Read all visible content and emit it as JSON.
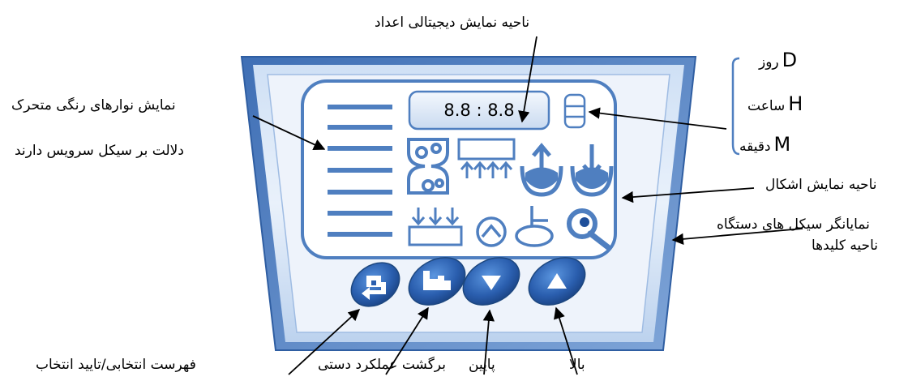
{
  "display_readout": "8.8 : 8.8",
  "labels": {
    "digital_display_area": "ناحیه نمایش دیجیتالی اعداد",
    "color_bars_line1": "نمایش نوارهای رنگی متحرک",
    "color_bars_line2": "دلالت بر سیکل سرویس دارند",
    "shapes_area": "ناحیه نمایش اشکال",
    "cycles_indicator": "نمایانگر سیکل های دستگاه",
    "keys_area": "ناحیه کلیدها",
    "menu_confirm": "فهرست انتخابی/تایید انتخاب",
    "manual_return": "برگشت عملکرد دستی",
    "down": "پایین",
    "up": "بالا"
  },
  "units": [
    {
      "letter": "D",
      "word": "روز"
    },
    {
      "letter": "H",
      "word": "ساعت"
    },
    {
      "letter": "M",
      "word": "دقیقه"
    }
  ],
  "colors": {
    "frame_blue": "#4f7fc0",
    "panel_bg": "#e8eef8",
    "button_dark": "#1f4f9a",
    "button_light": "#4a86d4"
  },
  "icons": [
    "service-bars-icon",
    "display-mode-icon",
    "hourglass-icon",
    "upflow-tank-icon",
    "regeneration-up-icon",
    "backwash-down-icon",
    "brine-tank-icon",
    "clock-dial-icon",
    "valve-icon",
    "search-inspect-icon",
    "menu-confirm-icon",
    "manual-hand-icon",
    "arrow-down-icon",
    "arrow-up-icon"
  ]
}
